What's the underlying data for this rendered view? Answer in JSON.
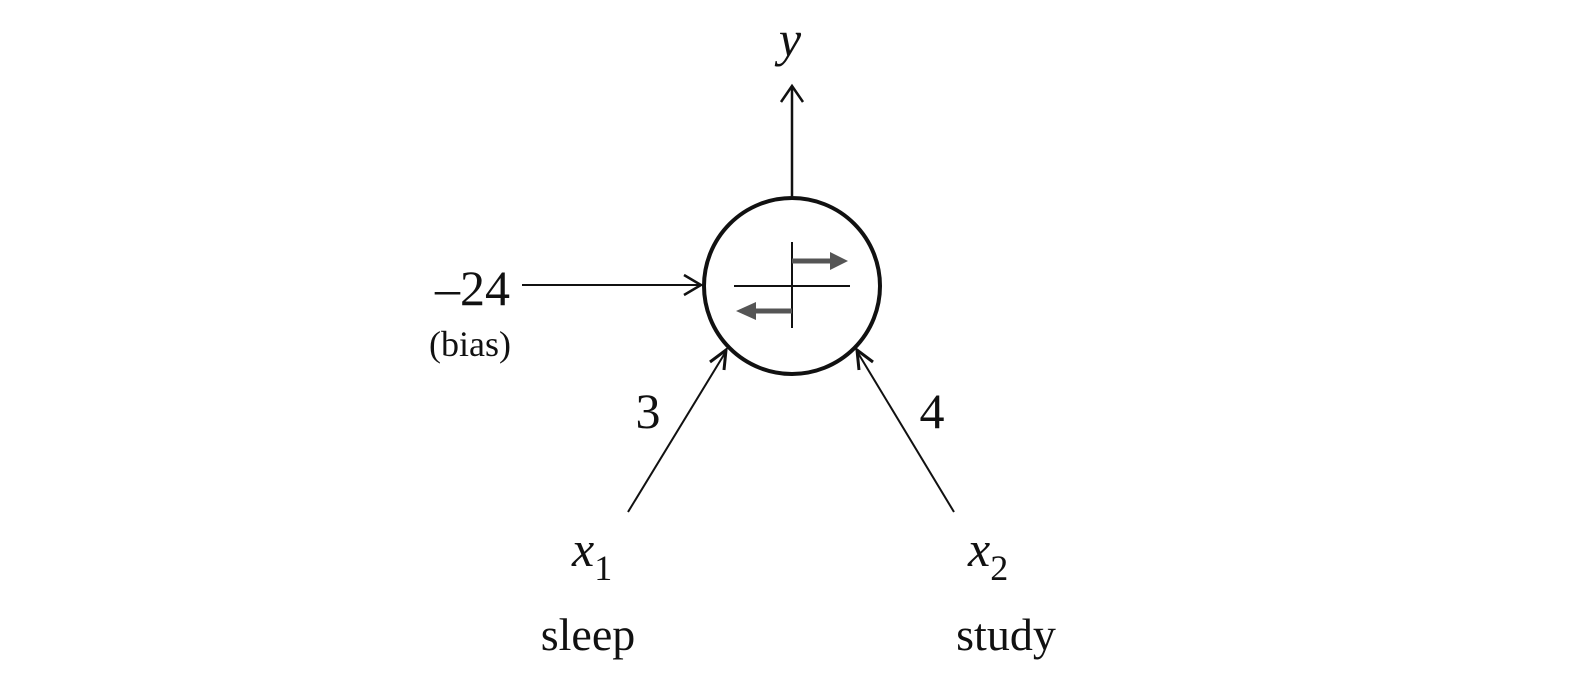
{
  "output": {
    "symbol": "y"
  },
  "bias": {
    "value": "–24",
    "label": "(bias)"
  },
  "inputs": [
    {
      "symbol": "x",
      "subscript": "1",
      "name": "sleep",
      "weight": "3"
    },
    {
      "symbol": "x",
      "subscript": "2",
      "name": "study",
      "weight": "4"
    }
  ],
  "neuron": {
    "activation_icon": "step-function-icon"
  },
  "colors": {
    "stroke": "#111111",
    "activation": "#555555",
    "background": "#ffffff"
  }
}
